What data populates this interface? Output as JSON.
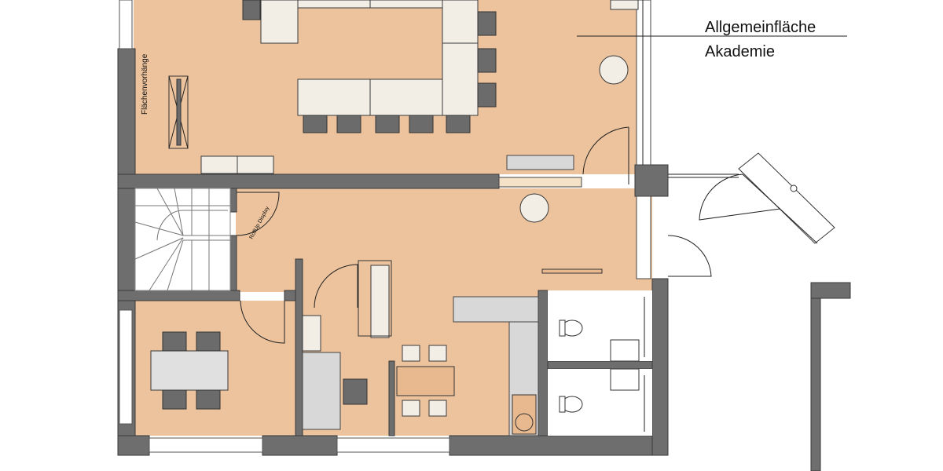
{
  "labels": {
    "area_name_line1": "Allgemeinfläche",
    "area_name_line2": "Akademie",
    "curtains": "Flächenvorhänge",
    "rollup": "RollUp Display"
  },
  "colors": {
    "floor": "#ecc39d",
    "wall": "#6e6e6e",
    "furniture": "#f2eee6",
    "chair": "#6b6b6b"
  }
}
